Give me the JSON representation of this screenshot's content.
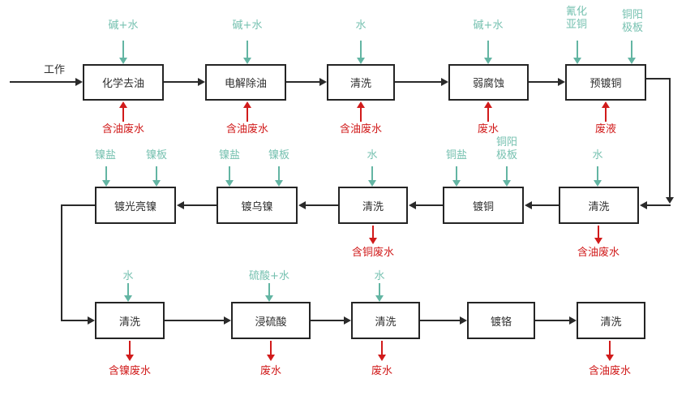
{
  "diagram": {
    "kind": "electroplating-process-flowchart",
    "start_label": "工作",
    "colors": {
      "input_accent": "#6fbcab",
      "output_accent": "#d11b1b",
      "line": "#2a2a2a",
      "node_border": "#242424",
      "node_fill": "#ffffff"
    },
    "nodes": [
      {
        "label": "化学去油"
      },
      {
        "label": "电解除油"
      },
      {
        "label": "清洗"
      },
      {
        "label": "弱腐蚀"
      },
      {
        "label": "预镀铜"
      },
      {
        "label": "清洗"
      },
      {
        "label": "镀铜"
      },
      {
        "label": "清洗"
      },
      {
        "label": "镀乌镍"
      },
      {
        "label": "镀光亮镍"
      },
      {
        "label": "清洗"
      },
      {
        "label": "浸硫酸"
      },
      {
        "label": "清洗"
      },
      {
        "label": "镀铬"
      },
      {
        "label": "清洗"
      }
    ],
    "inputs": [
      {
        "label": "碱+水",
        "node": 0
      },
      {
        "label": "碱+水",
        "node": 1
      },
      {
        "label": "水",
        "node": 2
      },
      {
        "label": "碱+水",
        "node": 3
      },
      {
        "label": "氰化\n亚铜",
        "node": 4
      },
      {
        "label": "铜阳\n极板",
        "node": 4
      },
      {
        "label": "镍盐",
        "node": 9
      },
      {
        "label": "镍板",
        "node": 9
      },
      {
        "label": "镍盐",
        "node": 8
      },
      {
        "label": "镍板",
        "node": 8
      },
      {
        "label": "水",
        "node": 7
      },
      {
        "label": "铜盐",
        "node": 6
      },
      {
        "label": "铜阳\n极板",
        "node": 6
      },
      {
        "label": "水",
        "node": 5
      },
      {
        "label": "水",
        "node": 10
      },
      {
        "label": "硫酸+水",
        "node": 11
      },
      {
        "label": "水",
        "node": 12
      }
    ],
    "outputs": [
      {
        "label": "含油废水",
        "node": 0
      },
      {
        "label": "含油废水",
        "node": 1
      },
      {
        "label": "含油废水",
        "node": 2
      },
      {
        "label": "废水",
        "node": 3
      },
      {
        "label": "废液",
        "node": 4
      },
      {
        "label": "含铜废水",
        "node": 7
      },
      {
        "label": "含油废水",
        "node": 5
      },
      {
        "label": "含镍废水",
        "node": 10
      },
      {
        "label": "废水",
        "node": 11
      },
      {
        "label": "废水",
        "node": 12
      },
      {
        "label": "含油废水",
        "node": 14
      }
    ],
    "edges": [
      {
        "from": "工作",
        "to": "化学去油"
      },
      {
        "from": "化学去油",
        "to": "电解除油"
      },
      {
        "from": "电解除油",
        "to": "清洗"
      },
      {
        "from": "清洗",
        "to": "弱腐蚀"
      },
      {
        "from": "弱腐蚀",
        "to": "预镀铜"
      },
      {
        "from": "预镀铜",
        "to": "清洗"
      },
      {
        "from": "清洗",
        "to": "镀铜"
      },
      {
        "from": "镀铜",
        "to": "清洗"
      },
      {
        "from": "清洗",
        "to": "镀乌镍"
      },
      {
        "from": "镀乌镍",
        "to": "镀光亮镍"
      },
      {
        "from": "镀光亮镍",
        "to": "清洗"
      },
      {
        "from": "清洗",
        "to": "浸硫酸"
      },
      {
        "from": "浸硫酸",
        "to": "清洗"
      },
      {
        "from": "清洗",
        "to": "镀铬"
      },
      {
        "from": "镀铬",
        "to": "清洗"
      }
    ]
  }
}
